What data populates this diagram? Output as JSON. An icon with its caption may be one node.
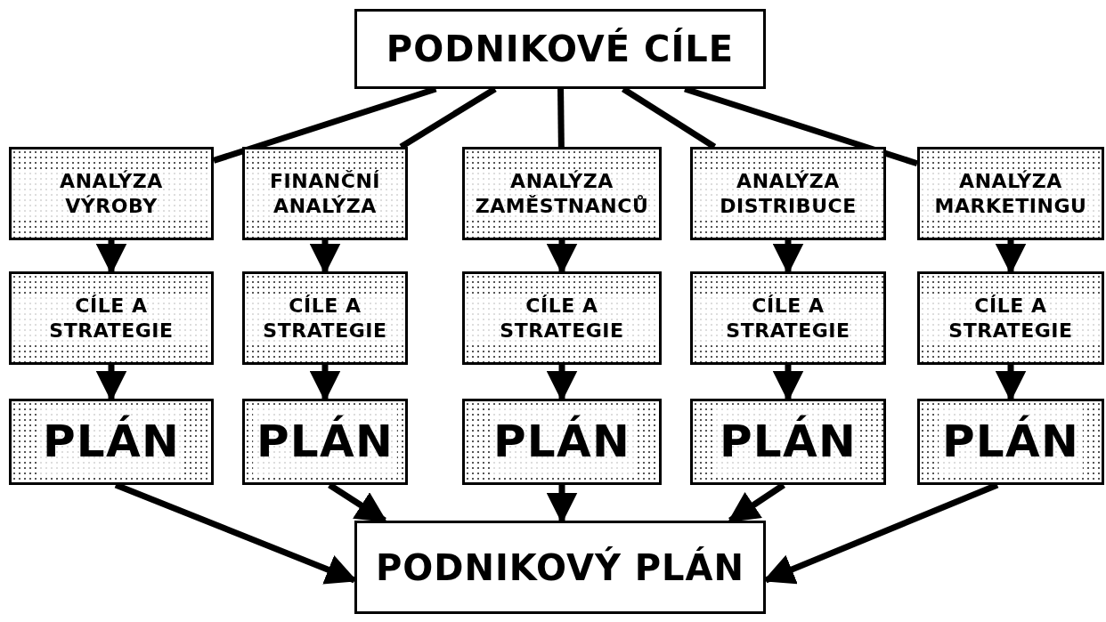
{
  "diagram": {
    "nodes": [
      {
        "text": [
          "PODNIKOVÉ CÍLE"
        ]
      },
      {
        "text": [
          "ANALÝZA VÝROBY"
        ]
      },
      {
        "text": [
          "FINANČNÍ ANALÝZA"
        ]
      },
      {
        "text": [
          "ANALÝZA ZAMĚSTNANCŮ"
        ]
      },
      {
        "text": [
          "ANALÝZA DISTRIBUCE"
        ]
      },
      {
        "text": [
          "ANALÝZA MARKETINGU"
        ]
      },
      {
        "text": [
          "CÍLE A STRATEGIE"
        ]
      },
      {
        "text": [
          "CÍLE A STRATEGIE"
        ]
      },
      {
        "text": [
          "CÍLE A STRATEGIE"
        ]
      },
      {
        "text": [
          "CÍLE A STRATEGIE"
        ]
      },
      {
        "text": [
          "CÍLE A STRATEGIE"
        ]
      },
      {
        "text": [
          "PLÁN"
        ]
      },
      {
        "text": [
          "PLÁN"
        ]
      },
      {
        "text": [
          "PLÁN"
        ]
      },
      {
        "text": [
          "PLÁN"
        ]
      },
      {
        "text": [
          "PLÁN"
        ]
      },
      {
        "text": [
          "PODNIKOVÝ PLÁN"
        ]
      }
    ],
    "edges": [
      {
        "from": 0,
        "to": 1,
        "arrow": "none"
      },
      {
        "from": 0,
        "to": 2,
        "arrow": "none"
      },
      {
        "from": 0,
        "to": 3,
        "arrow": "none"
      },
      {
        "from": 0,
        "to": 4,
        "arrow": "none"
      },
      {
        "from": 0,
        "to": 5,
        "arrow": "none"
      },
      {
        "from": 1,
        "to": 6,
        "arrow": "to"
      },
      {
        "from": 2,
        "to": 7,
        "arrow": "to"
      },
      {
        "from": 3,
        "to": 8,
        "arrow": "to"
      },
      {
        "from": 4,
        "to": 9,
        "arrow": "to"
      },
      {
        "from": 5,
        "to": 10,
        "arrow": "to"
      },
      {
        "from": 6,
        "to": 11,
        "arrow": "to"
      },
      {
        "from": 7,
        "to": 12,
        "arrow": "to"
      },
      {
        "from": 8,
        "to": 13,
        "arrow": "to"
      },
      {
        "from": 9,
        "to": 14,
        "arrow": "to"
      },
      {
        "from": 10,
        "to": 15,
        "arrow": "to"
      },
      {
        "from": 11,
        "to": 16,
        "arrow": "to"
      },
      {
        "from": 12,
        "to": 16,
        "arrow": "to"
      },
      {
        "from": 13,
        "to": 16,
        "arrow": "to"
      },
      {
        "from": 14,
        "to": 16,
        "arrow": "to"
      },
      {
        "from": 15,
        "to": 16,
        "arrow": "to"
      }
    ]
  }
}
